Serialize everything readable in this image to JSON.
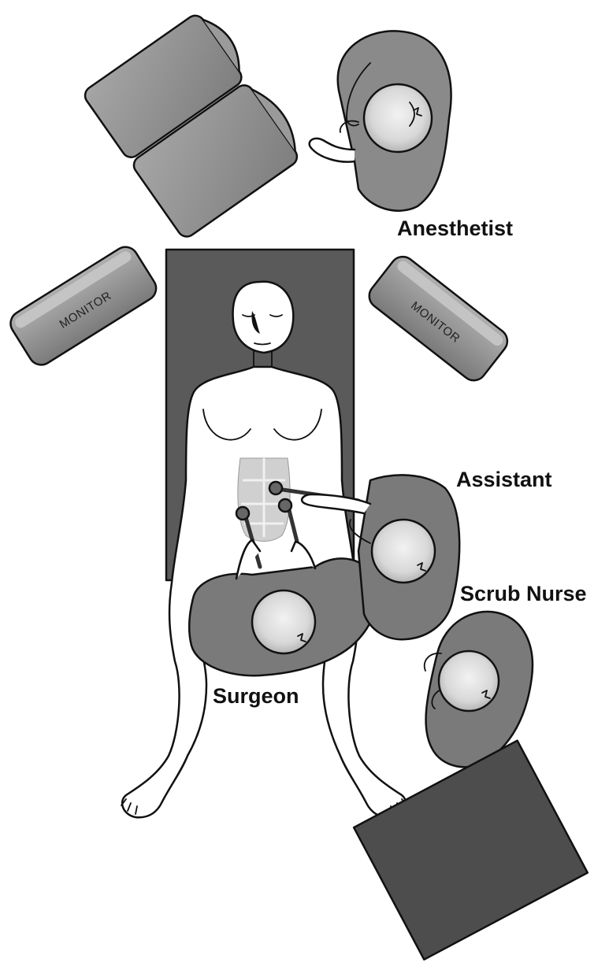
{
  "diagram": {
    "labels": {
      "anesthetist": "Anesthetist",
      "assistant": "Assistant",
      "scrub_nurse": "Scrub Nurse",
      "surgeon": "Surgeon"
    },
    "monitors": {
      "left": "MONITOR",
      "right": "MONITOR"
    },
    "colors": {
      "equipment": "#8f8f8f",
      "table": "#5a5a5a",
      "gown": "#7a7a7a",
      "skin": "#ffffff",
      "cap": "#d9d9d9",
      "instrument_table": "#4d4d4d"
    },
    "icons": [
      "anesthesia-machine-icon",
      "operating-table-icon",
      "monitor-icon",
      "person-topview-icon",
      "instrument-table-icon"
    ]
  }
}
